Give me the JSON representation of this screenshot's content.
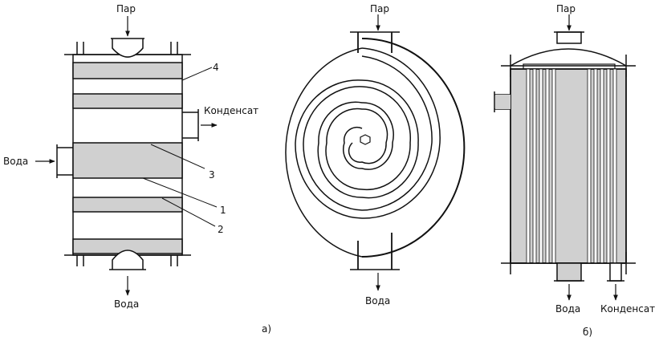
{
  "labels": {
    "par": "Пар",
    "voda": "Вода",
    "kondensat": "Конденсат",
    "num_1": "1",
    "num_2": "2",
    "num_3": "3",
    "num_4": "4",
    "caption_a": "а)",
    "caption_b": "б)"
  },
  "colors": {
    "stroke": "#111111",
    "fill_gray": "#d0d0d0",
    "background": "#ffffff"
  }
}
